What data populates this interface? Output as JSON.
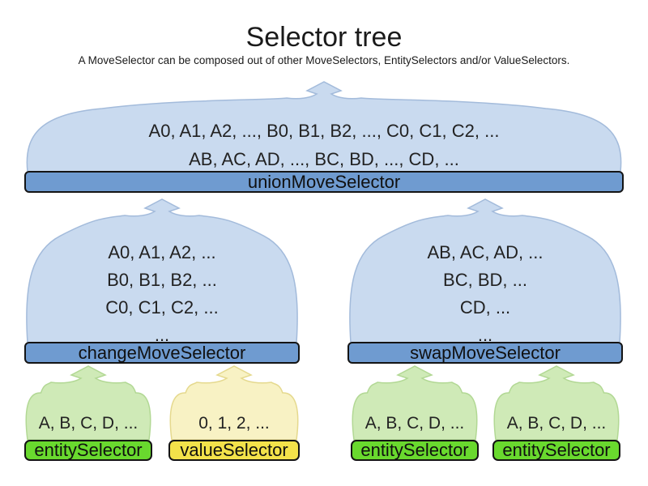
{
  "page": {
    "title": "Selector tree",
    "subtitle": "A MoveSelector can be composed out of other MoveSelectors, EntitySelectors and/or ValueSelectors."
  },
  "colors": {
    "background": "#ffffff",
    "move_selector_bar": "#6f9bd0",
    "move_selector_dome": "#c9daef",
    "move_selector_dome_border": "#a3bbdb",
    "entity_selector_bar": "#69d92e",
    "entity_selector_dome": "#cfeab7",
    "entity_selector_dome_border": "#b2d894",
    "value_selector_bar": "#f3e24a",
    "value_selector_dome": "#f8f2c4",
    "value_selector_dome_border": "#e5d98e",
    "bar_border": "#141414",
    "text": "#1f1f1f"
  },
  "nodes": {
    "union": {
      "label": "unionMoveSelector",
      "lines": [
        "A0, A1, A2, ..., B0, B1, B2, ..., C0, C1, C2, ...",
        "AB, AC, AD, ..., BC, BD, ..., CD, ..."
      ]
    },
    "change": {
      "label": "changeMoveSelector",
      "lines": [
        "A0, A1, A2, ...",
        "B0, B1, B2, ...",
        "C0, C1, C2, ...",
        "..."
      ]
    },
    "swap": {
      "label": "swapMoveSelector",
      "lines": [
        "AB, AC, AD, ...",
        "BC, BD, ...",
        "CD, ...",
        "..."
      ]
    },
    "entity1": {
      "label": "entitySelector",
      "lines": [
        "A, B, C, D, ..."
      ]
    },
    "value1": {
      "label": "valueSelector",
      "lines": [
        "0, 1, 2, ..."
      ]
    },
    "entity2": {
      "label": "entitySelector",
      "lines": [
        "A, B, C, D, ..."
      ]
    },
    "entity3": {
      "label": "entitySelector",
      "lines": [
        "A, B, C, D, ..."
      ]
    }
  }
}
